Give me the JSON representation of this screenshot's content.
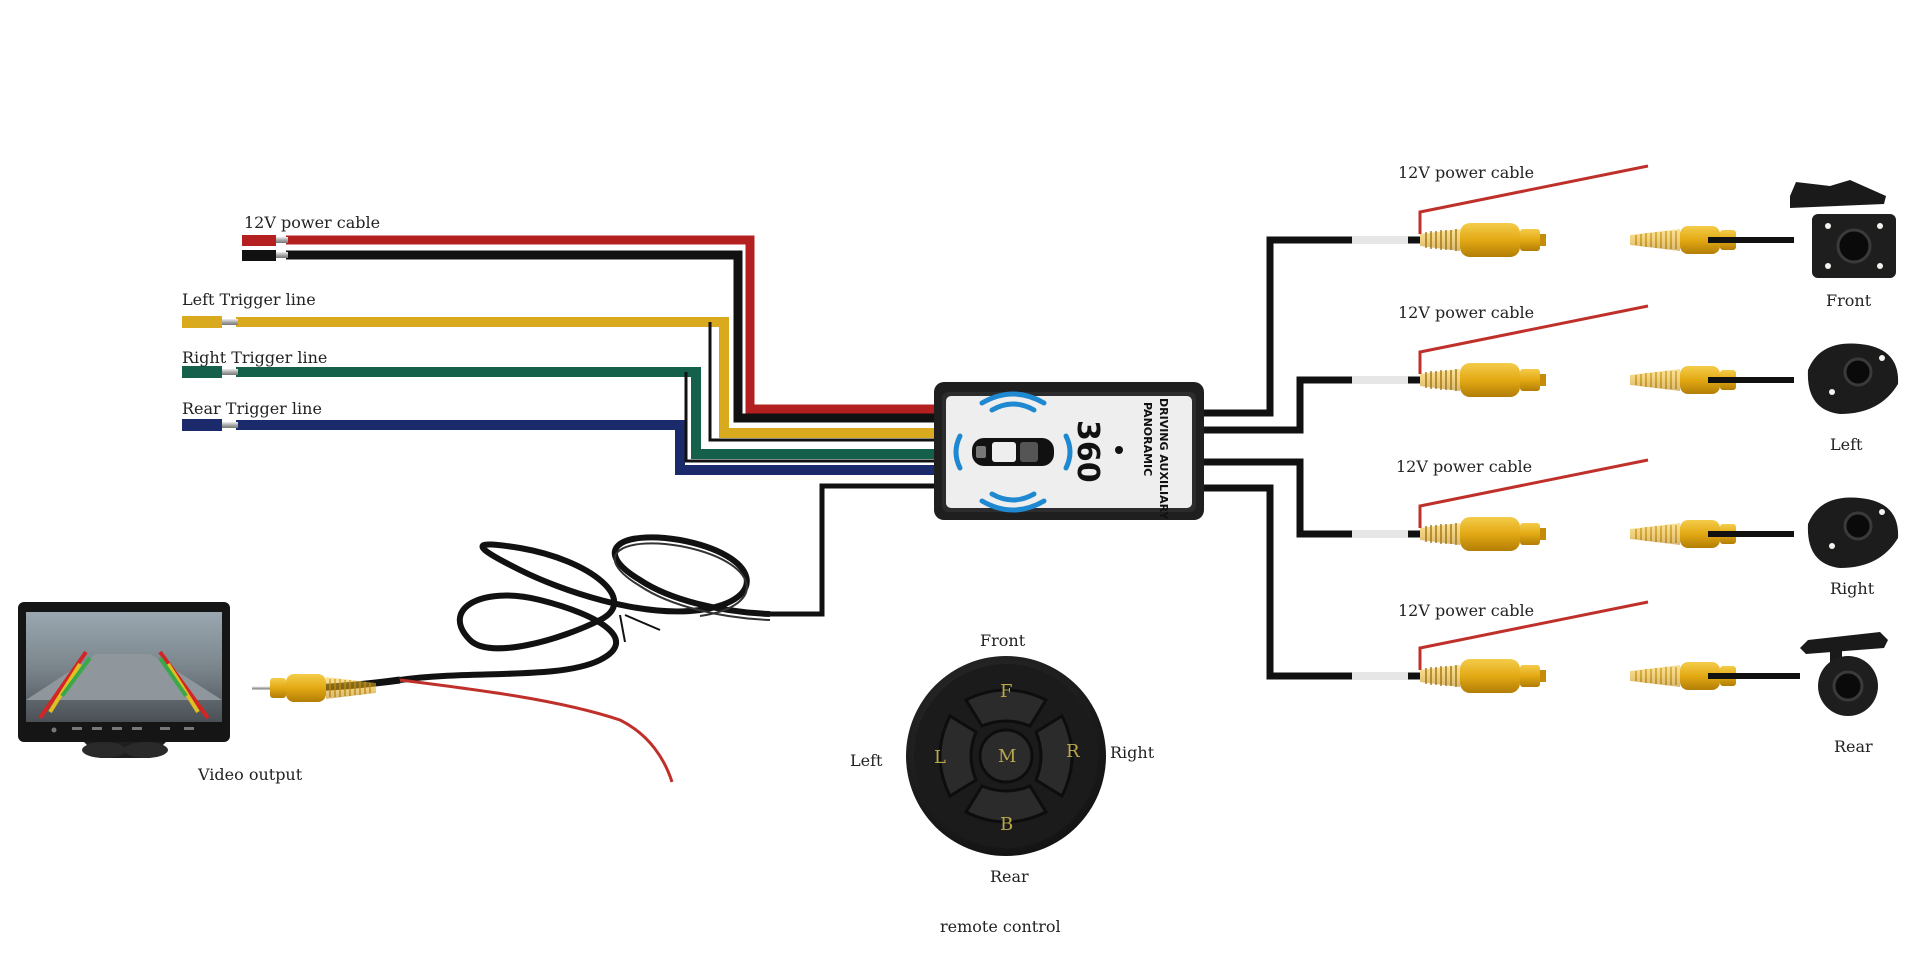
{
  "left_lines": [
    {
      "label": "12V power cable",
      "color": "#b42020"
    },
    {
      "label": "Left Trigger line",
      "color": "#d9a91e"
    },
    {
      "label": "Right Trigger line",
      "color": "#15604a"
    },
    {
      "label": "Rear Trigger line",
      "color": "#1b2a6b"
    }
  ],
  "video_output_label": "Video output",
  "module": {
    "brand": "360",
    "line1": "PANORAMIC",
    "line2": "DRIVING AUXILIARY"
  },
  "remote": {
    "caption": "remote control",
    "front": "Front",
    "rear": "Rear",
    "left": "Left",
    "right": "Right",
    "buttons": {
      "top": "F",
      "bottom": "B",
      "left": "L",
      "right": "R",
      "center": "M"
    }
  },
  "cameras": [
    {
      "power_label": "12V power cable",
      "name": "Front"
    },
    {
      "power_label": "12V power cable",
      "name": "Left"
    },
    {
      "power_label": "12V power cable",
      "name": "Right"
    },
    {
      "power_label": "12V power cable",
      "name": "Rear"
    }
  ],
  "colors": {
    "rca_yellow": "#e8b21a",
    "power_red": "#c0302a",
    "cable_black": "#111111",
    "module_blue": "#1e88d0"
  }
}
